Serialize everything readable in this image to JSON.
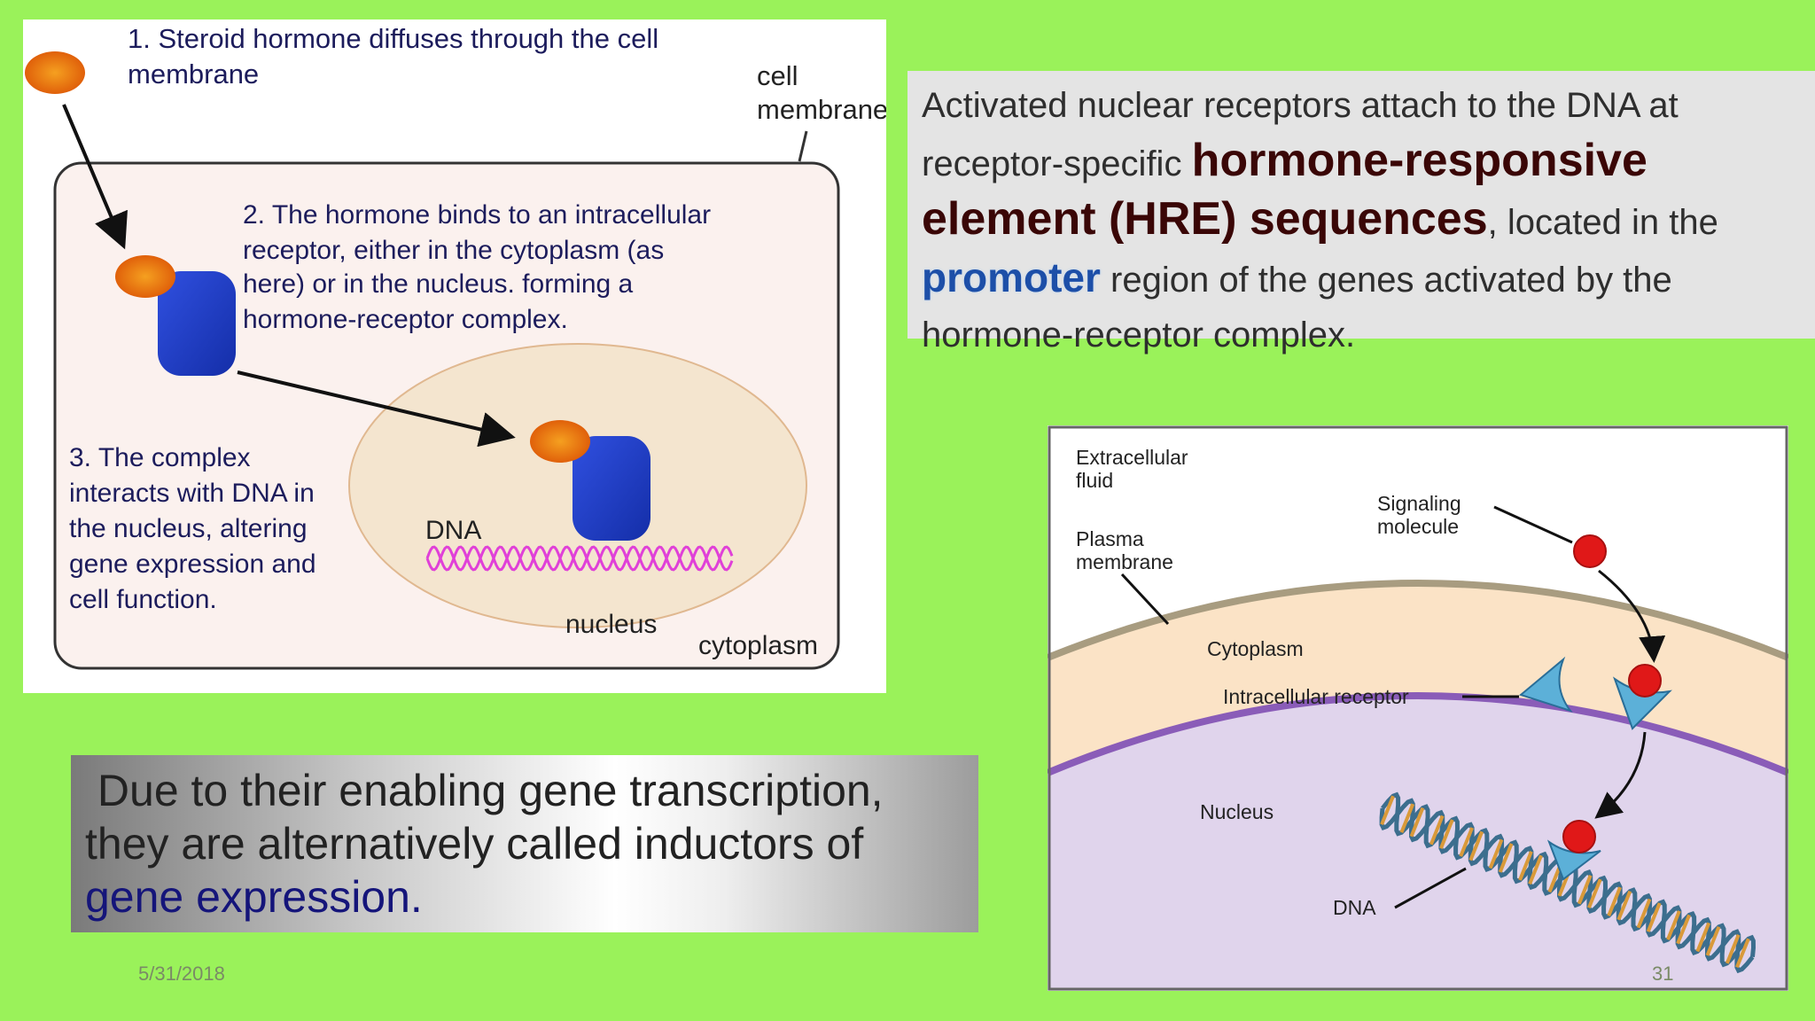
{
  "left_diagram": {
    "step1_line1": "1. Steroid hormone diffuses through the cell",
    "step1_line2": "membrane",
    "cell_membrane_line1": "cell",
    "cell_membrane_line2": "membrane",
    "step2_lines": [
      "2. The hormone binds to an intracellular",
      "receptor, either in the cytoplasm (as",
      "here) or in the nucleus. forming a",
      "hormone-receptor complex."
    ],
    "step3_lines": [
      "3. The complex",
      "interacts with DNA in",
      "the nucleus, altering",
      "gene expression and",
      "cell function."
    ],
    "dna_label": "DNA",
    "nucleus_label": "nucleus",
    "cytoplasm_label": "cytoplasm"
  },
  "text_box": {
    "part1": "Activated nuclear receptors attach to the DNA at receptor-specific ",
    "bold": "hormone-responsive element (HRE) sequences",
    "part2": ", located in the ",
    "promoter": "promoter",
    "part3": " region of the genes activated by the hormone-receptor complex."
  },
  "bottom_box": {
    "text": " Due to their enabling gene transcription, they are alternatively called inductors of ",
    "highlight": "gene expression."
  },
  "right_diagram": {
    "extracellular_line1": "Extracellular",
    "extracellular_line2": "fluid",
    "signaling_line1": "Signaling",
    "signaling_line2": "molecule",
    "plasma_line1": "Plasma",
    "plasma_line2": "membrane",
    "cytoplasm": "Cytoplasm",
    "receptor": "Intracellular receptor",
    "nucleus": "Nucleus",
    "dna": "DNA"
  },
  "footer": {
    "date": "5/31/2018",
    "page": "31"
  },
  "colors": {
    "background": "#9af25a",
    "hormone_orange": "#e8700a",
    "receptor_blue": "#1f3fbf",
    "dna_magenta": "#e040d8",
    "signal_red": "#e01818",
    "receptor_cyan": "#4fa8d4",
    "nucleus_purple": "#e0d4ec",
    "cytoplasm_peach": "#fbe3c6"
  }
}
